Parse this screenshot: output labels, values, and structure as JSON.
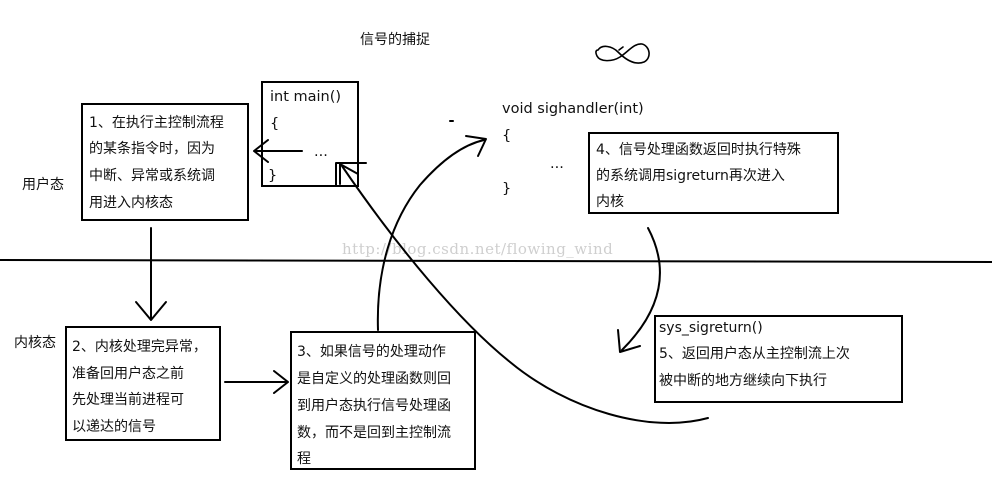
{
  "title": "信号的捕捉",
  "labels": {
    "user_mode": "用户态",
    "kernel_mode": "内核态"
  },
  "watermark": "http://blog.csdn.net/flowing_wind",
  "main_code": [
    "int main()",
    "{",
    "...",
    "}"
  ],
  "handler_code": [
    "void sighandler(int)",
    "{",
    "...",
    "}"
  ],
  "steps": {
    "step1": [
      "1、在执行主控制流程",
      "的某条指令时，因为",
      "中断、异常或系统调",
      "用进入内核态"
    ],
    "step2": [
      "2、内核处理完异常，",
      "准备回用户态之前",
      "先处理当前进程可",
      "以递达的信号"
    ],
    "step3": [
      "3、如果信号的处理动作",
      "是自定义的处理函数则回",
      "到用户态执行信号处理函",
      "数，而不是回到主控制流",
      "程"
    ],
    "step4": [
      "4、信号处理函数返回时执行特殊",
      "的系统调用sigreturn再次进入",
      "内核"
    ],
    "step5": [
      "sys_sigreturn()",
      "5、返回用户态从主控制流上次",
      "被中断的地方继续向下执行"
    ]
  }
}
